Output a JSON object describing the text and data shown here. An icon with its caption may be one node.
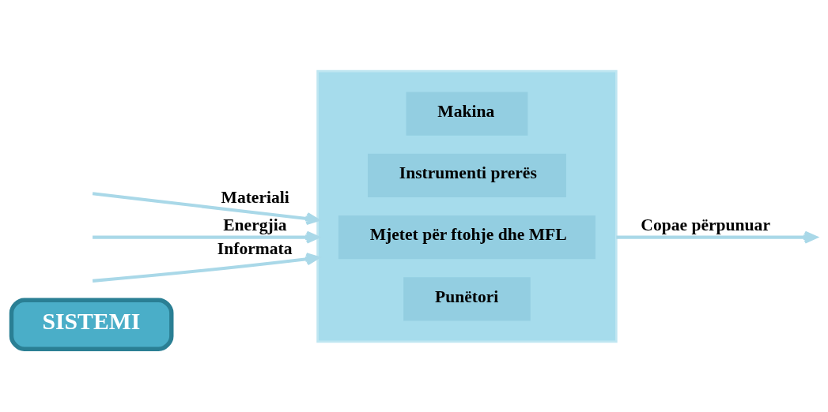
{
  "diagram": {
    "nodes": [
      {
        "text": [
          "SISTEMI"
        ]
      },
      {
        "text": [],
        "shape": "box"
      },
      {
        "text": [
          "Makina"
        ],
        "in": 1
      },
      {
        "text": [
          "Instrumenti prerës"
        ],
        "in": 1
      },
      {
        "text": [
          "Mjetet për ftohje dhe MFL"
        ],
        "in": 1
      },
      {
        "text": [
          "Punëtori"
        ],
        "in": 1
      }
    ],
    "edges": [
      {
        "from": null,
        "to": 1,
        "arrow": "to",
        "label": "Materiali"
      },
      {
        "from": null,
        "to": 1,
        "arrow": "to",
        "label": "Energjia"
      },
      {
        "from": null,
        "to": 1,
        "arrow": "to",
        "label": "Informata"
      },
      {
        "from": 1,
        "to": null,
        "arrow": "to",
        "label": "Copae përpunuar"
      }
    ]
  }
}
